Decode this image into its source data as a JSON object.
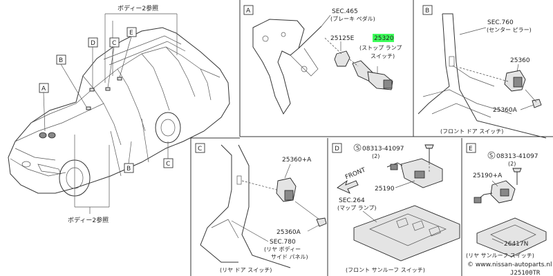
{
  "callouts": {
    "body_top": "ボディー2参照",
    "body_bottom": "ボディー2参照",
    "car_labels": [
      "A",
      "B",
      "D",
      "C",
      "E",
      "B",
      "C"
    ]
  },
  "panel_a": {
    "letter": "A",
    "sec": "SEC.465",
    "sec_desc": "(ブレーキ ペダル)",
    "part1": "25125E",
    "part2": "25320",
    "part2_desc1": "(ストップ ランプ",
    "part2_desc2": "スイッチ)"
  },
  "panel_b": {
    "letter": "B",
    "sec": "SEC.760",
    "sec_desc": "(センター ピラー)",
    "part1": "25360",
    "part2": "25360A",
    "caption": "(フロント ドア スイッチ)"
  },
  "panel_c": {
    "letter": "C",
    "part1": "25360+A",
    "part2": "25360A",
    "sec": "SEC.780",
    "sec_desc1": "(リヤ ボディー",
    "sec_desc2": "サイド パネル)",
    "caption": "(リヤ ドア スイッチ)"
  },
  "panel_d": {
    "letter": "D",
    "bolt": "08313-41097",
    "bolt_qty": "(2)",
    "front": "FRONT",
    "part1": "25190",
    "sec": "SEC.264",
    "sec_desc": "(マップ ランプ)",
    "caption": "(フロント サンルーフ スイッチ)"
  },
  "panel_e": {
    "letter": "E",
    "bolt": "08313-41097",
    "bolt_qty": "(2)",
    "part1": "25190+A",
    "part2": "26417N",
    "caption": "(リヤ サンルーフ スイッチ)"
  },
  "footer": {
    "watermark": "© www.nissan-autoparts.nl",
    "code": "J25100TR"
  },
  "colors": {
    "highlight": "#3dff5a",
    "line": "#333333"
  }
}
